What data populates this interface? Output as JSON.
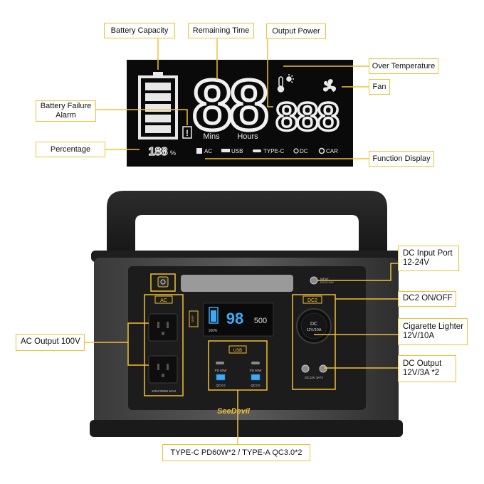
{
  "lcd_labels": {
    "battery_capacity": "Battery Capacity",
    "remaining_time": "Remaining Time",
    "output_power": "Output Power",
    "over_temperature": "Over Temperature",
    "fan": "Fan",
    "battery_failure_alarm": "Battery Failure\nAlarm",
    "percentage": "Percentage",
    "function_display": "Function Display"
  },
  "lcd": {
    "time_digits": "88",
    "power_digits": "888",
    "percent_digits": "188",
    "percent_unit": "%",
    "mins": "Mins",
    "hours": "Hours",
    "warning": "!",
    "functions": [
      "AC",
      "USB",
      "TYPE-C",
      "DC",
      "CAR"
    ]
  },
  "product_labels": {
    "dc_input_port": "DC Input Port\n12-24V",
    "dc2_onoff": "DC2 ON/OFF",
    "cigarette_lighter": "Cigarette Lighter\n12V/10A",
    "dc_output": "DC Output\n12V/3A *2",
    "ac_output": "AC Output 100V",
    "usb_ports": "TYPE-C PD60W*2 / TYPE-A  QC3.0*2"
  },
  "device": {
    "brand": "SeeDevil",
    "ac_button": "AC",
    "dc2_button": "DC2",
    "usb_button": "USB",
    "disp_button": "DISP",
    "input_label": "INPUT\nDC12-24V",
    "ac_rating": "100V/300W MAX",
    "dc_socket_top": "DC",
    "dc_socket_bottom": "12V/10A",
    "dc_out_label": "DC12V 3A*2",
    "pd_left": "PD 60W",
    "pd_right": "PD 60W",
    "qc_left": "QC3.0",
    "qc_right": "QC3.0",
    "mini_lcd_main": "98",
    "mini_lcd_power": "500",
    "mini_lcd_pct": "100%"
  },
  "colors": {
    "accent": "#f2c036",
    "lcd_bg": "#0a0a0a",
    "housing": "#2a2a2a",
    "panel": "#1c1c1c"
  }
}
